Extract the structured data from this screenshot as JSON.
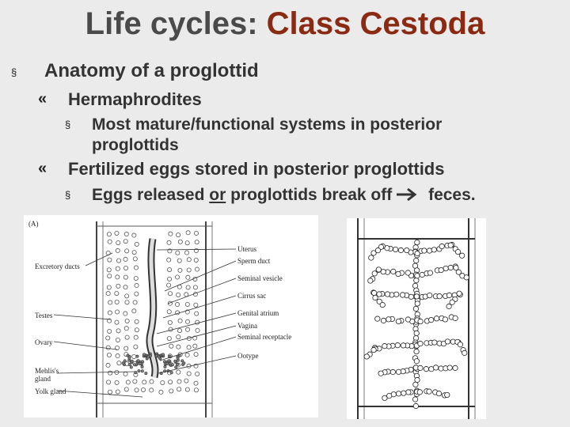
{
  "title": {
    "main": "Life cycles: ",
    "accent": "Class Cestoda"
  },
  "bullets": {
    "level1_marker": "§",
    "level2_marker": "«",
    "level3_marker": "§",
    "anatomy": "Anatomy of a proglottid",
    "hermaphrodites": "Hermaphrodites",
    "mature_a": "Most mature/functional systems in posterior",
    "mature_b": "proglottids",
    "fertilized": "Fertilized eggs stored in posterior proglottids",
    "eggs_pre": "Eggs released ",
    "eggs_or": "or",
    "eggs_mid": " proglottids break off",
    "eggs_post": " feces."
  },
  "figure_a": {
    "panel_label": "(A)",
    "labels_left": [
      "Excretory ducts",
      "Testes",
      "Ovary",
      "Mehlis's",
      "gland",
      "Yolk gland"
    ],
    "labels_right": [
      "Uterus",
      "Sperm duct",
      "Seminal vesicle",
      "Cirrus sac",
      "Genital atrium",
      "Vagina",
      "Seminal receptacle",
      "Ootype"
    ]
  }
}
